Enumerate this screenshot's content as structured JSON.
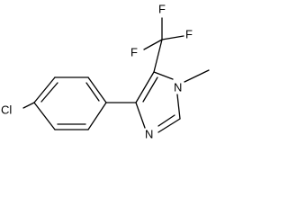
{
  "molecule": {
    "atoms": {
      "chlorine": "Cl",
      "fluorine_top": "F",
      "fluorine_upper_left": "F",
      "fluorine_right": "F",
      "nitrogen_methyl": "N",
      "nitrogen_ring": "N"
    },
    "colors": {
      "bond": "#000000",
      "label": "#000000",
      "background": "#ffffff"
    }
  }
}
